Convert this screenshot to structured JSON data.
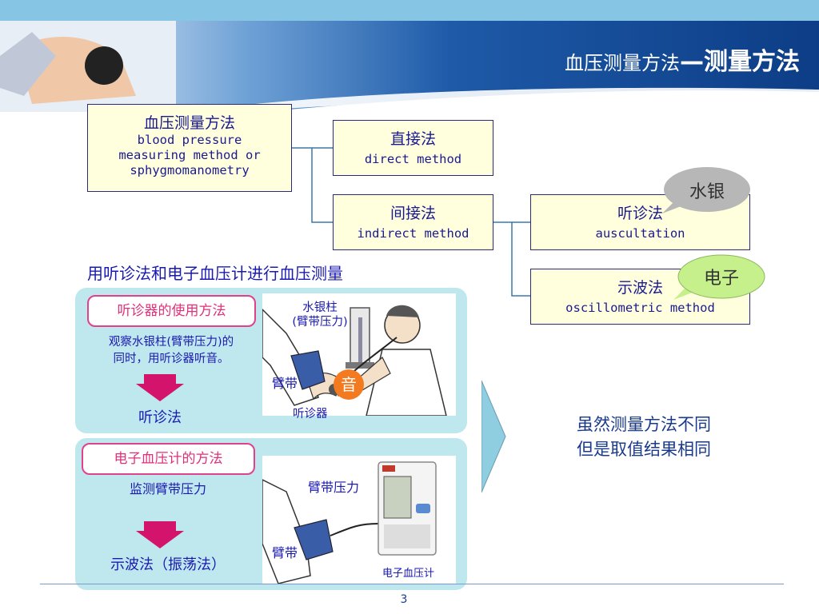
{
  "header": {
    "title_main": "血压测量方法",
    "title_sep": "—",
    "title_sub": "测量方法"
  },
  "tree": {
    "root": {
      "zh": "血压测量方法",
      "en1": "blood pressure",
      "en2": "measuring method or",
      "en3": "sphygmomanometry"
    },
    "direct": {
      "zh": "直接法",
      "en": "direct method"
    },
    "indirect": {
      "zh": "间接法",
      "en": "indirect method"
    },
    "auscultation": {
      "zh": "听诊法",
      "en": "auscultation"
    },
    "oscillometric": {
      "zh": "示波法",
      "en": "oscillometric method"
    },
    "bubble_mercury": "水银",
    "bubble_electronic": "电子"
  },
  "subtitle": "用听诊法和电子血压计进行血压测量",
  "panel_top": {
    "label": "听诊器的使用方法",
    "desc1": "观察水银柱(臂带压力)的",
    "desc2": "同时，用听诊器听音。",
    "result": "听诊法",
    "mercury_label1": "水银柱",
    "mercury_label2": "(臂带压力)",
    "cuff_label": "臂带",
    "sound_label": "音",
    "stethoscope_label": "听诊器"
  },
  "panel_bottom": {
    "label": "电子血压计的方法",
    "desc": "监测臂带压力",
    "result": "示波法（振荡法）",
    "pressure_label": "臂带压力",
    "cuff_label": "臂带",
    "device_label": "电子血压计"
  },
  "conclusion": {
    "line1": "虽然测量方法不同",
    "line2": "但是取值结果相同"
  },
  "footer": {
    "page_number": "3"
  },
  "colors": {
    "header_blue": "#1e5aa8",
    "box_fill": "#ffffdd",
    "panel_fill": "#bfe7ee",
    "pink": "#e0408c",
    "text_blue": "#1a1ab0"
  }
}
